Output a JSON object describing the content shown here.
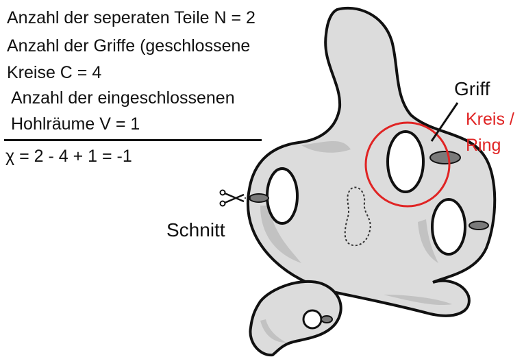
{
  "text": {
    "line1": "Anzahl der seperaten Teile N = 2",
    "line2": "Anzahl der Griffe (geschlossene",
    "line3": "Kreise   C = 4",
    "line4": "Anzahl der eingeschlossenen",
    "line5": "Hohlräume V = 1",
    "formula": "χ  = 2 - 4 + 1 = -1"
  },
  "labels": {
    "griff": "Griff",
    "kreis_ring": "Kreis /",
    "ring": "Ring",
    "schnitt": "Schnitt"
  },
  "colors": {
    "body_fill": "#dcdcdc",
    "body_shadow": "#c2c2c2",
    "outline": "#111111",
    "highlight_circle": "#e02424",
    "cut_mark": "#7a7a7a"
  },
  "icons": {
    "scissors": "scissors-icon"
  }
}
